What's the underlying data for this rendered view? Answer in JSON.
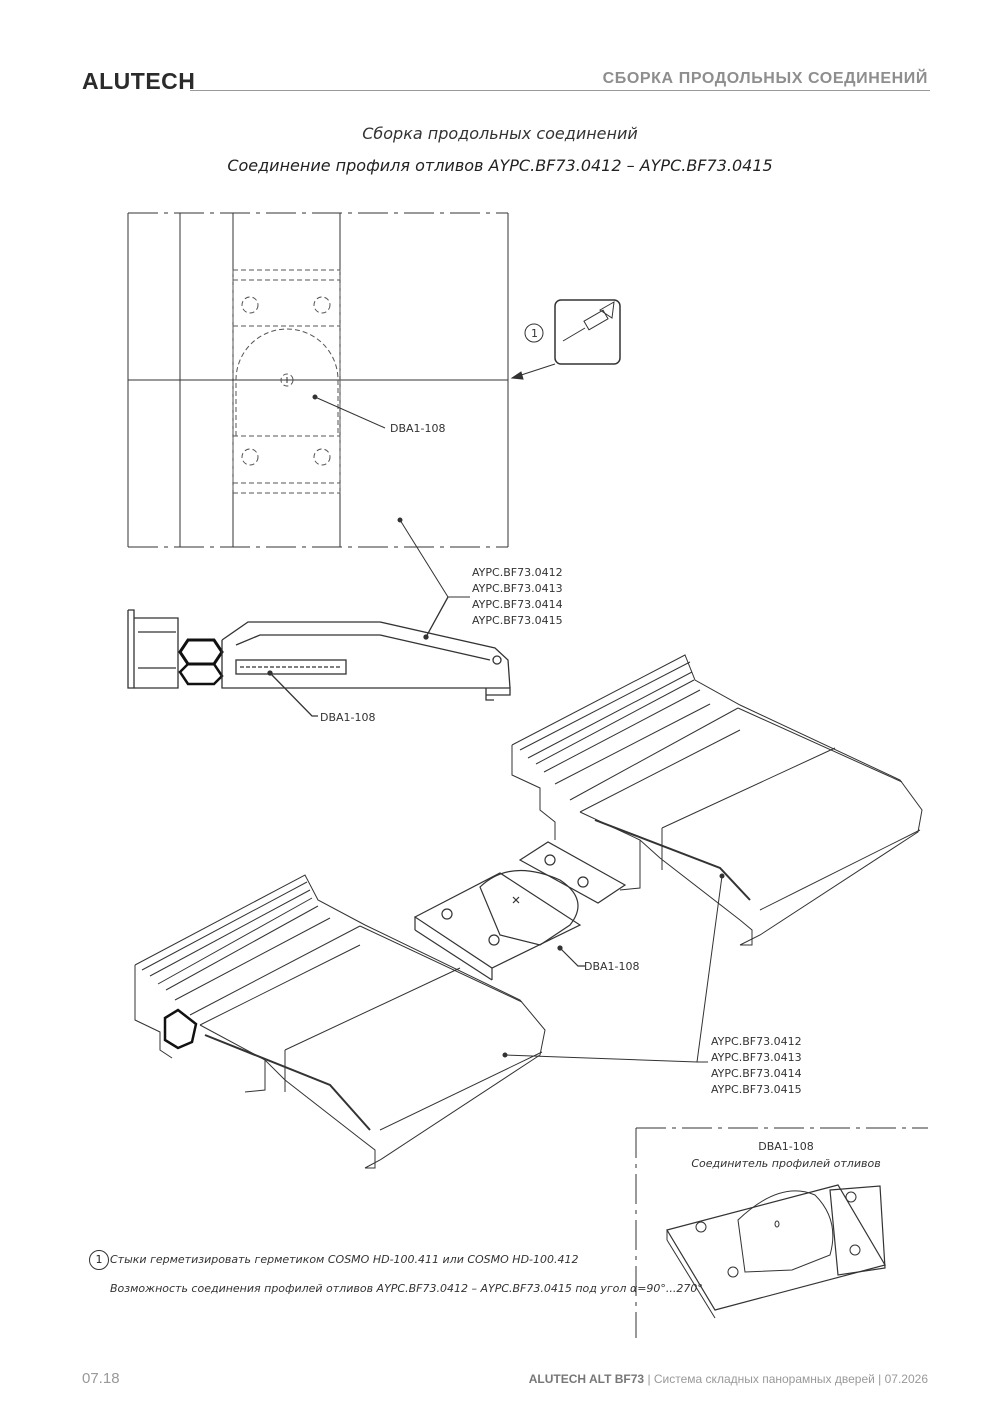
{
  "header": {
    "brand": "ALUTECH",
    "section_title": "СБОРКА ПРОДОЛЬНЫХ СОЕДИНЕНИЙ"
  },
  "document": {
    "title": "Сборка продольных соединений",
    "subtitle": "Соединение профиля отливов AYPC.BF73.0412 – AYPC.BF73.0415"
  },
  "callouts": {
    "marker_1": "1",
    "connector": "DBA1-108",
    "profiles": [
      "AYPC.BF73.0412",
      "AYPC.BF73.0413",
      "AYPC.BF73.0414",
      "AYPC.BF73.0415"
    ]
  },
  "detail": {
    "code": "DBA1-108",
    "caption": "Соединитель профилей отливов"
  },
  "notes": {
    "marker": "1",
    "note_1": "Стыки герметизировать герметиком COSMO HD-100.411 или COSMO HD-100.412",
    "note_2": "Возможность соединения профилей отливов AYPC.BF73.0412 – AYPC.BF73.0415 под угол α=90°...270°"
  },
  "footer": {
    "page_number": "07.18",
    "product": "ALUTECH ALT BF73",
    "description": " | Система складных панорамных дверей | 07.2026"
  }
}
